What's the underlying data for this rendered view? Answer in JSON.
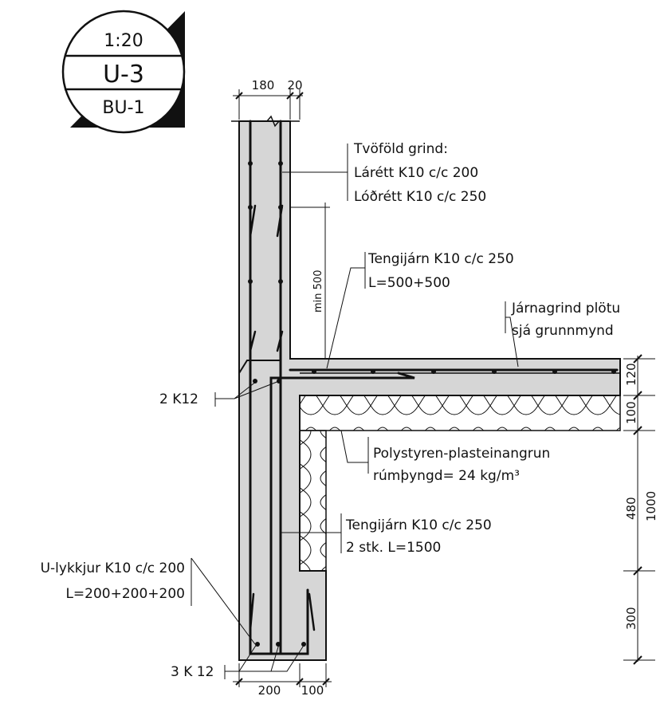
{
  "stamp": {
    "scale": "1:20",
    "code": "U-3",
    "ref": "BU-1"
  },
  "dims": {
    "top_wall": "180",
    "top_gap": "20",
    "min_anchor": "min 500",
    "slab": "120",
    "insul": "100",
    "h480": "480",
    "h1000": "1000",
    "h300": "300",
    "bottom_wall": "200",
    "bottom_footing": "100"
  },
  "labels": {
    "grid_title": "Tvöföld grind:",
    "grid_horizontal": "Lárétt K10 c/c 200",
    "grid_vertical": "Lóðrétt K10 c/c 250",
    "tie_top_1": "Tengijárn K10 c/c 250",
    "tie_top_2": "L=500+500",
    "slab_mesh_1": "Járnagrind plötu",
    "slab_mesh_2": "sjá grunnmynd",
    "two_k12": "2 K12",
    "insulation_1": "Polystyren-plasteinangrun",
    "insulation_2": "rúmþyngd= 24 kg/m³",
    "tie_low_1": "Tengijárn K10 c/c  250",
    "tie_low_2": "2 stk. L=1500",
    "u_bars_1": "U-lykkjur K10 c/c 200",
    "u_bars_2": "L=200+200+200",
    "three_k12": "3 K 12"
  },
  "colors": {
    "concrete": "#d6d6d6",
    "line": "#111111",
    "insulation": "#ffffff"
  }
}
